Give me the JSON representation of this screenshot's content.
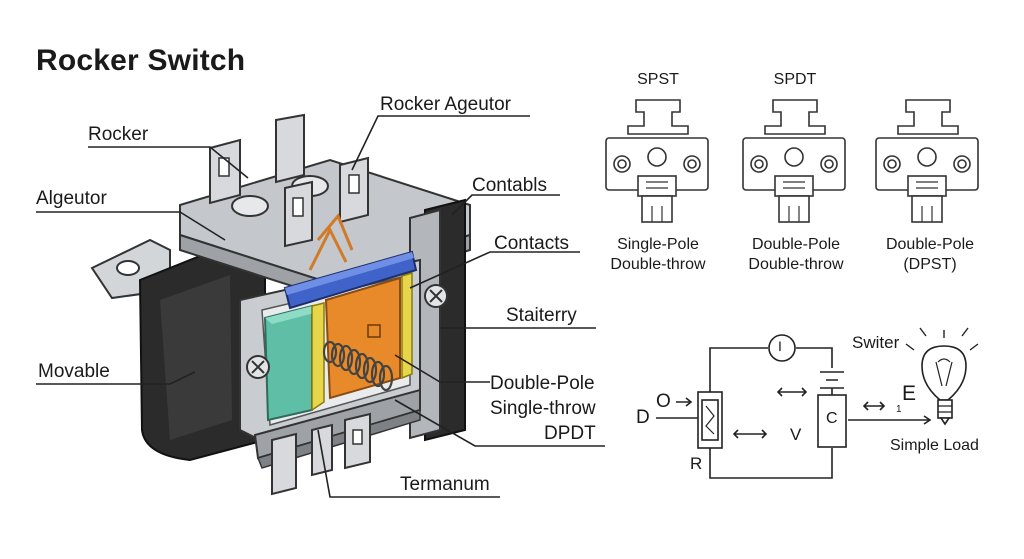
{
  "title": "Rocker Switch",
  "callouts": {
    "rocker": "Rocker",
    "algeutor": "Algeutor",
    "movable": "Movable",
    "rocker_ageutor": "Rocker Ageutor",
    "contabls": "Contabls",
    "contacts": "Contacts",
    "staiterry": "Staiterry",
    "dp_line1": "Double-Pole",
    "dp_line2": "Single-throw",
    "dpdt": "DPDT",
    "termanum": "Termanum"
  },
  "variants": [
    {
      "heading": "SPST",
      "line1": "Single-Pole",
      "line2": "Double-throw"
    },
    {
      "heading": "SPDT",
      "line1": "Double-Pole",
      "line2": "Double-throw"
    },
    {
      "heading": "",
      "line1": "Double-Pole",
      "line2": "(DPST)"
    }
  ],
  "circuit": {
    "switer": "Switer",
    "meter": "I",
    "d": "D",
    "o": "O",
    "r": "R",
    "v": "V",
    "c": "C",
    "e": "E",
    "one": "1",
    "load": "Simple Load"
  },
  "colors": {
    "housing": "#2b2b2b",
    "frame": "#b8bcc0",
    "actuator_blue": "#3f63c9",
    "contact_orange": "#e98a2a",
    "teal_block": "#5fbfa6",
    "yellow_strip": "#e8d64a"
  }
}
